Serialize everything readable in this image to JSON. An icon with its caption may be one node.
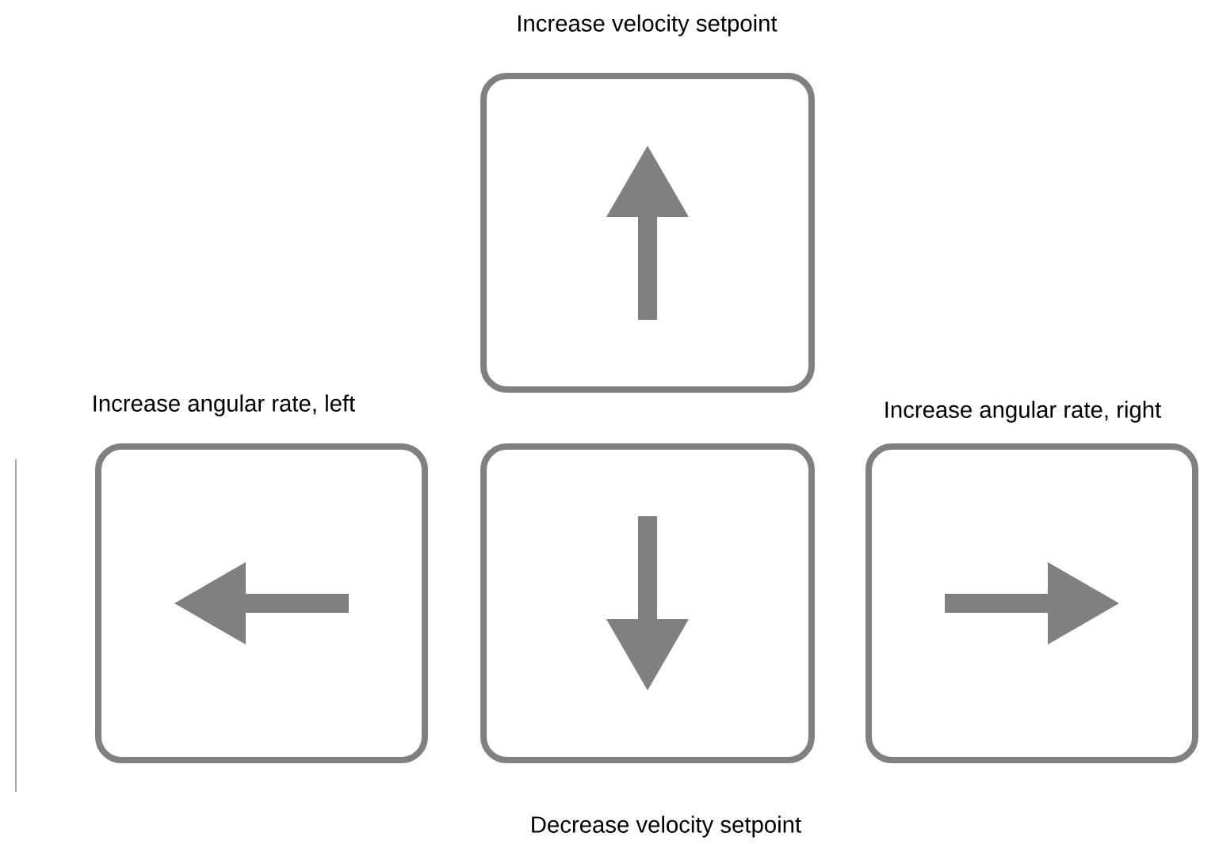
{
  "diagram": {
    "nodes": [
      {
        "text": [
          "Increase velocity setpoint"
        ]
      },
      {
        "text": [
          "Increase angular rate,  left"
        ]
      },
      {
        "text": [
          "Decrease velocity setpoint"
        ]
      },
      {
        "text": [
          "Increase angular rate, right"
        ]
      }
    ]
  }
}
